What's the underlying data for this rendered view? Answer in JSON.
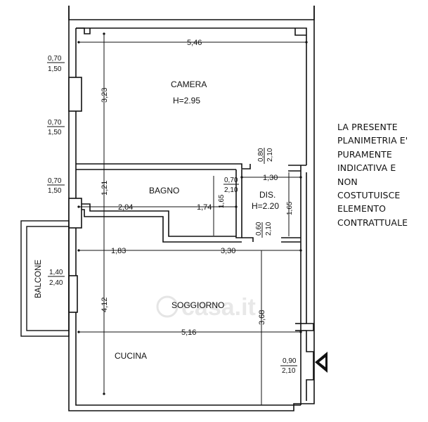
{
  "rooms": {
    "camera": {
      "name": "CAMERA",
      "height": "H=2.95"
    },
    "bagno": {
      "name": "BAGNO"
    },
    "dis": {
      "name": "DIS.",
      "height": "H=2.20"
    },
    "soggiorno": {
      "name": "SOGGIORNO"
    },
    "cucina": {
      "name": "CUCINA"
    },
    "balcone": {
      "name": "BALCONE"
    }
  },
  "dimensions": {
    "camera_width": "5,46",
    "camera_depth": "3,23",
    "bagno_width_left": "2,04",
    "bagno_width_right": "1,74",
    "bagno_depth": "1,21",
    "bagno_small": "1,65",
    "dis_width": "1,30",
    "dis_depth": "1,65",
    "living_left": "1,83",
    "living_right": "3,30",
    "living_depth_left": "4,12",
    "living_depth_right": "3,68",
    "living_width": "5,16"
  },
  "openings": {
    "w1": {
      "top": "0,70",
      "bottom": "1,50"
    },
    "w2": {
      "top": "0,70",
      "bottom": "1,50"
    },
    "w3": {
      "top": "0,70",
      "bottom": "1,50"
    },
    "balcone_door": {
      "top": "1,40",
      "bottom": "2,40"
    },
    "door_camera": {
      "top": "0,80",
      "bottom": "2,10"
    },
    "door_bagno": {
      "top": "0,70",
      "bottom": "2,10"
    },
    "door_dis": {
      "top": "0,60",
      "bottom": "2,10"
    },
    "entrance": {
      "top": "0,90",
      "bottom": "2,10"
    }
  },
  "note": {
    "lines": [
      "LA PRESENTE",
      "PLANIMETRIA E'",
      "PURAMENTE",
      "INDICATIVA E",
      "NON",
      "COSTUTUISCE",
      "ELEMENTO",
      "CONTRATTUALE"
    ]
  },
  "watermark": "casa.it",
  "colors": {
    "line": "#111111",
    "watermark": "#cfcfcf"
  }
}
